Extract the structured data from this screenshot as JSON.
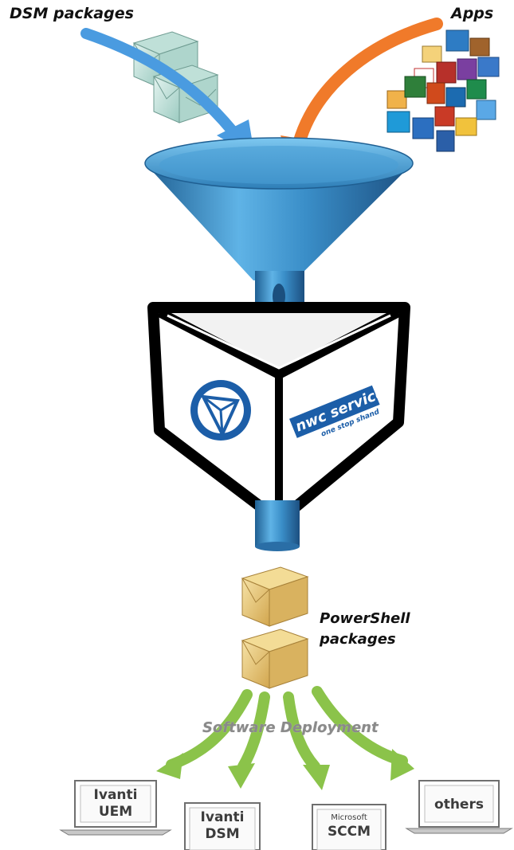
{
  "labels": {
    "dsm_packages": "DSM packages",
    "apps": "Apps",
    "powershell_line1": "PowerShell",
    "powershell_line2": "packages",
    "software_deployment": "Software Deployment"
  },
  "logo": {
    "brand_line1": "nwc services",
    "brand_line2": "one stop shand"
  },
  "targets": [
    {
      "line1": "Ivanti",
      "line2": "UEM"
    },
    {
      "line1": "Ivanti",
      "line2": "DSM"
    },
    {
      "line1": "Microsoft",
      "line2": "SCCM"
    },
    {
      "line1": "others",
      "line2": ""
    }
  ],
  "colors": {
    "funnel_blue": "#3a8ec8",
    "arrow_blue": "#4a9be0",
    "arrow_orange": "#f07a2a",
    "arrow_green": "#8bc34a",
    "dsm_box": "#cfe8e2",
    "ps_box": "#e8c878"
  }
}
